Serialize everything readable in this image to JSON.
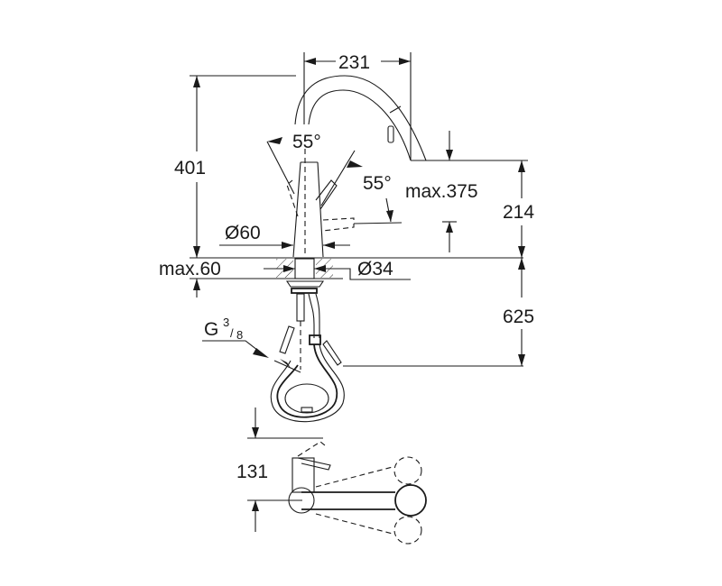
{
  "drawing": {
    "type": "technical-dimension-drawing",
    "subject": "pull-down kitchen faucet",
    "line_color": "#1a1a1a",
    "background": "#ffffff"
  },
  "dimensions": {
    "spout_reach": "231",
    "total_height": "401",
    "spray_angle_left": "55°",
    "spray_angle_right": "55°",
    "spout_clearance_max": "max.375",
    "outlet_height": "214",
    "base_diameter": "Ø60",
    "hole_diameter": "Ø34",
    "deck_thickness_max": "max.60",
    "hose_length": "625",
    "connection_thread_base": "G",
    "connection_thread_num": "3",
    "connection_thread_den": "8",
    "plan_view_depth": "131"
  },
  "views": [
    {
      "name": "side-elevation",
      "labels": [
        "231",
        "401",
        "55°",
        "55°",
        "max.375",
        "214",
        "Ø60",
        "Ø34",
        "max.60",
        "625",
        "G 3/8"
      ]
    },
    {
      "name": "plan-view",
      "labels": [
        "131"
      ]
    }
  ]
}
